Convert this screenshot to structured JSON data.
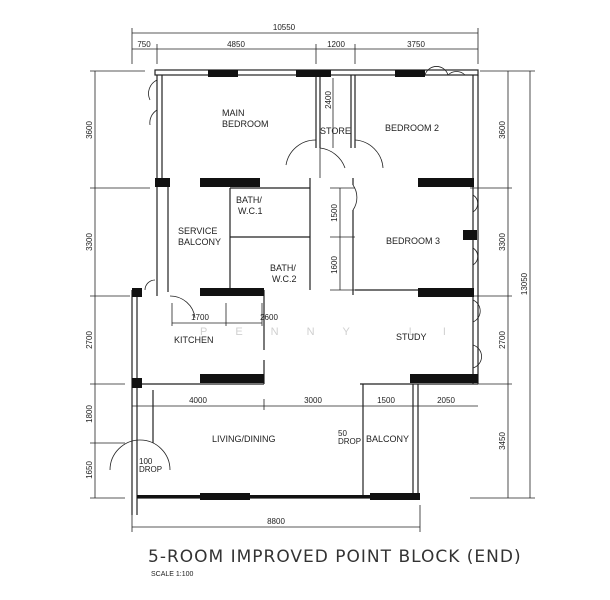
{
  "plan": {
    "title": "5-ROOM IMPROVED POINT BLOCK (END)",
    "scale": "SCALE  1:100",
    "watermark": "PENNY LI"
  },
  "rooms": {
    "main_bedroom_1": "MAIN",
    "main_bedroom_2": "BEDROOM",
    "store": "STORE",
    "bedroom2": "BEDROOM 2",
    "bath1_a": "BATH/",
    "bath1_b": "W.C.1",
    "bath2_a": "BATH/",
    "bath2_b": "W.C.2",
    "service_balcony_1": "SERVICE",
    "service_balcony_2": "BALCONY",
    "bedroom3": "BEDROOM 3",
    "kitchen": "KITCHEN",
    "study": "STUDY",
    "living": "LIVING/DINING",
    "balcony": "BALCONY"
  },
  "annotations": {
    "drop50_a": "50",
    "drop50_b": "DROP",
    "drop100_a": "100",
    "drop100_b": "DROP"
  },
  "dimensions": {
    "top_total": "10550",
    "top": [
      "750",
      "4850",
      "1200",
      "3750"
    ],
    "left": [
      "3600",
      "3300",
      "2700",
      "1800",
      "1650"
    ],
    "right": [
      "3600",
      "3300",
      "2700",
      "3450"
    ],
    "right_total": "13050",
    "store_depth": "2400",
    "bath1_depth": "1500",
    "bath2_depth": "1600",
    "kitchen_inner": [
      "1700",
      "2600"
    ],
    "mid": [
      "4000",
      "3000",
      "1500",
      "2050"
    ],
    "bottom_total": "8800"
  }
}
